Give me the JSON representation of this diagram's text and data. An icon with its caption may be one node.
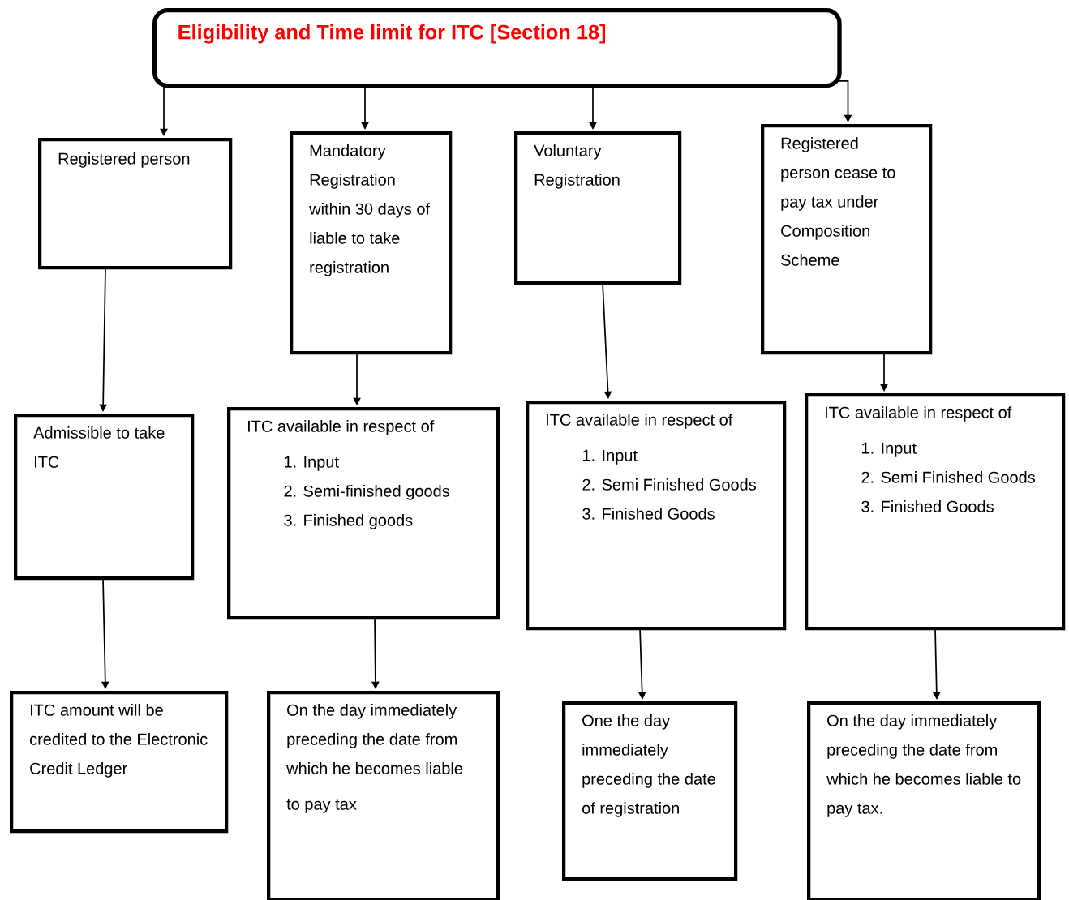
{
  "diagram": {
    "nodes": [
      {
        "text": [
          "Eligibility and Time limit for ITC [Section 18]"
        ]
      },
      {
        "text": [
          "Registered person"
        ]
      },
      {
        "text": [
          "Mandatory Registration within 30 days of liable to take registration"
        ]
      },
      {
        "text": [
          "Voluntary Registration"
        ]
      },
      {
        "text": [
          "Registered person cease to pay tax under Composition Scheme"
        ]
      },
      {
        "text": [
          "Admissible to take ITC"
        ]
      },
      {
        "text": [
          "ITC available in respect of",
          "1. Input",
          "2. Semi-finished goods",
          "3. Finished goods"
        ]
      },
      {
        "text": [
          "ITC available in respect of",
          "1. Input",
          "2. Semi Finished Goods",
          "3. Finished Goods"
        ]
      },
      {
        "text": [
          "ITC available in respect of",
          "1. Input",
          "2. Semi Finished Goods",
          "3. Finished Goods"
        ]
      },
      {
        "text": [
          "ITC amount will be credited to the Electronic Credit Ledger"
        ]
      },
      {
        "text": [
          "On the day immediately preceding the date from which he becomes liable",
          "to pay tax"
        ]
      },
      {
        "text": [
          "One the day immediately preceding the date of registration"
        ]
      },
      {
        "text": [
          "On the day immediately preceding the date from which he becomes liable to pay tax."
        ]
      }
    ],
    "edges": [
      {
        "from": 0,
        "to": 1,
        "arrow": "to"
      },
      {
        "from": 0,
        "to": 2,
        "arrow": "to"
      },
      {
        "from": 0,
        "to": 3,
        "arrow": "to"
      },
      {
        "from": 0,
        "to": 4,
        "arrow": "to"
      },
      {
        "from": 1,
        "to": 5,
        "arrow": "to"
      },
      {
        "from": 2,
        "to": 6,
        "arrow": "to"
      },
      {
        "from": 3,
        "to": 7,
        "arrow": "to"
      },
      {
        "from": 4,
        "to": 8,
        "arrow": "to"
      },
      {
        "from": 5,
        "to": 9,
        "arrow": "to"
      },
      {
        "from": 6,
        "to": 10,
        "arrow": "to"
      },
      {
        "from": 7,
        "to": 11,
        "arrow": "to"
      },
      {
        "from": 8,
        "to": 12,
        "arrow": "to"
      }
    ]
  }
}
